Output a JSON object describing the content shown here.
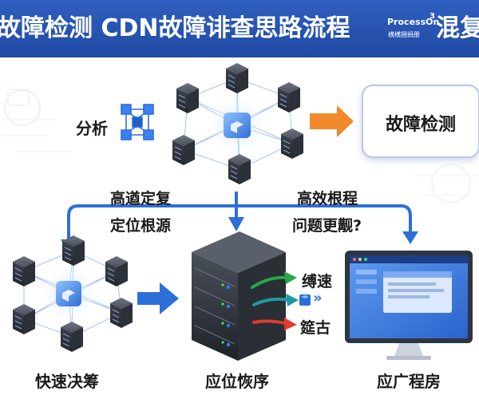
{
  "header": {
    "title": "故障检测 CDN故障诽查思路流程",
    "logo_brand": "ProcessOn",
    "logo_sup": "3",
    "logo_sub": "横横捆捐册",
    "title_tail": "混复"
  },
  "labels": {
    "analyze": "分析",
    "fault_detect": "故障检测",
    "quick_fix_1": "高遒定复",
    "quick_fix_2": "定位根源",
    "efficient_1": "高效根程",
    "efficient_2": "问题更觏?",
    "fast_decision": "快速决筹",
    "locate_recover": "应位恢序",
    "wide_range": "应广程房",
    "speed_up": "缚速",
    "retreat": "筵古"
  },
  "icons": {
    "speed_chevrons": "»"
  },
  "colors": {
    "header_bg": "#2a56b6",
    "accent_blue": "#2d6fd8",
    "arrow_orange": "#f08a2a",
    "arrow_green": "#27a84a",
    "arrow_teal": "#1f9aa3",
    "arrow_red": "#e23a2e",
    "server_dark": "#3a3f4a"
  }
}
